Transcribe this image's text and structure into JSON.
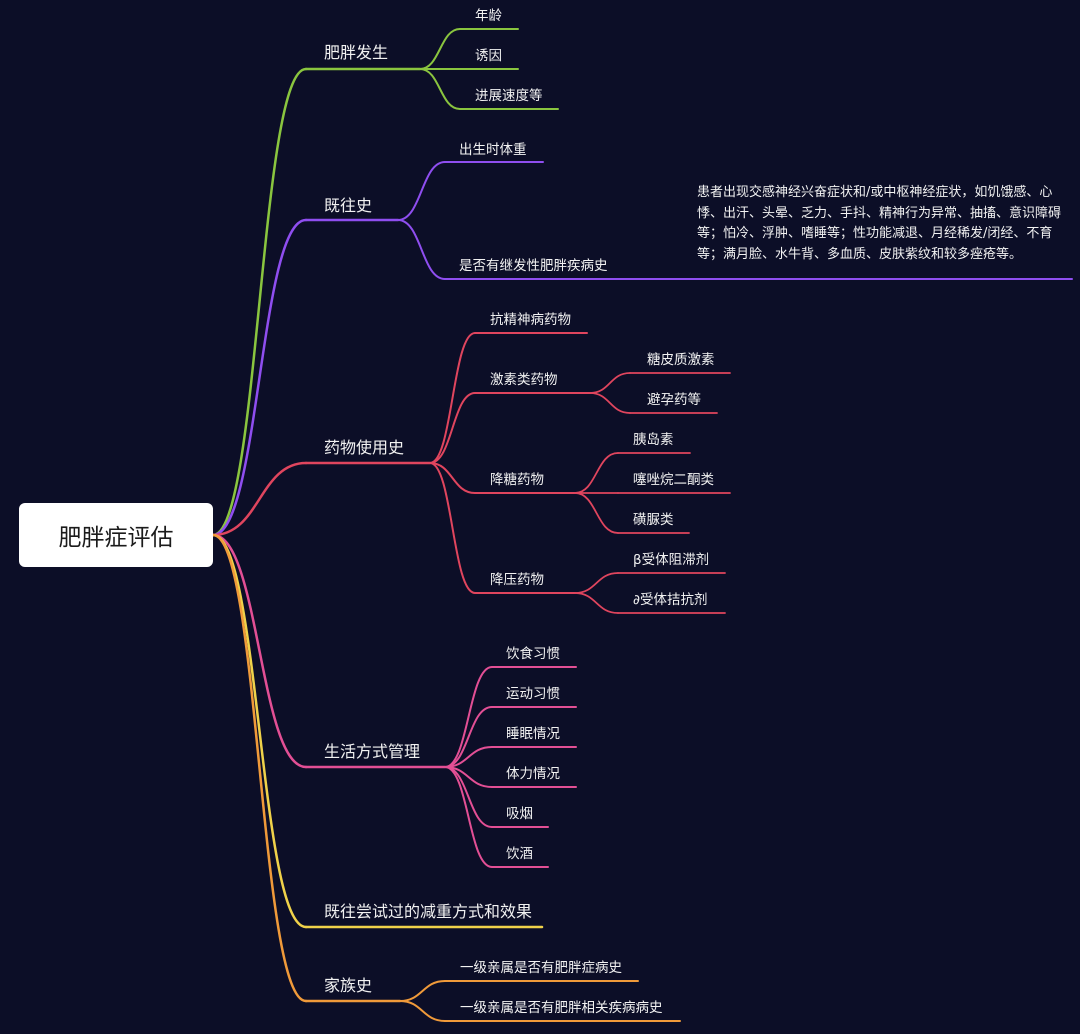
{
  "root": {
    "label": "肥胖症评估"
  },
  "colors": {
    "background": "#0c0e27",
    "green": "#8ac53f",
    "purple": "#8f4ef0",
    "red": "#e0455e",
    "pink": "#e34f95",
    "yellow": "#f0d24a",
    "orange": "#f09a3a"
  },
  "branches": [
    {
      "label": "肥胖发生",
      "color": "green",
      "children": [
        {
          "label": "年龄"
        },
        {
          "label": "诱因"
        },
        {
          "label": "进展速度等"
        }
      ]
    },
    {
      "label": "既往史",
      "color": "purple",
      "children": [
        {
          "label": "出生时体重"
        },
        {
          "label": "是否有继发性肥胖疾病史",
          "note": "患者出现交感神经兴奋症状和/或中枢神经症状，如饥饿感、心悸、出汗、头晕、乏力、手抖、精神行为异常、抽搐、意识障碍等；怕冷、浮肿、嗜睡等；性功能减退、月经稀发/闭经、不育等；满月脸、水牛背、多血质、皮肤紫纹和较多痤疮等。"
        }
      ]
    },
    {
      "label": "药物使用史",
      "color": "red",
      "children": [
        {
          "label": "抗精神病药物"
        },
        {
          "label": "激素类药物",
          "children": [
            {
              "label": "糖皮质激素"
            },
            {
              "label": "避孕药等"
            }
          ]
        },
        {
          "label": "降糖药物",
          "children": [
            {
              "label": "胰岛素"
            },
            {
              "label": "噻唑烷二酮类"
            },
            {
              "label": "磺脲类"
            }
          ]
        },
        {
          "label": "降压药物",
          "children": [
            {
              "label": "β受体阻滞剂"
            },
            {
              "label": "∂受体拮抗剂"
            }
          ]
        }
      ]
    },
    {
      "label": "生活方式管理",
      "color": "pink",
      "children": [
        {
          "label": "饮食习惯"
        },
        {
          "label": "运动习惯"
        },
        {
          "label": "睡眠情况"
        },
        {
          "label": "体力情况"
        },
        {
          "label": "吸烟"
        },
        {
          "label": "饮酒"
        }
      ]
    },
    {
      "label": "既往尝试过的减重方式和效果",
      "color": "yellow",
      "children": []
    },
    {
      "label": "家族史",
      "color": "orange",
      "children": [
        {
          "label": "一级亲属是否有肥胖症病史"
        },
        {
          "label": "一级亲属是否有肥胖相关疾病病史"
        }
      ]
    }
  ]
}
